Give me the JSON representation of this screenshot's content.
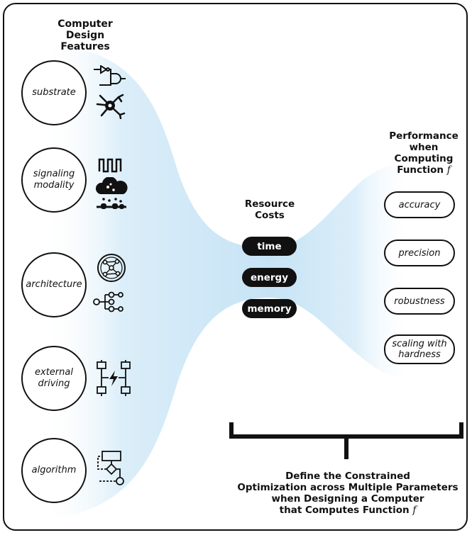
{
  "left_heading": {
    "line1": "Computer",
    "line2": "Design Features"
  },
  "features": [
    {
      "label": "substrate"
    },
    {
      "label": "signaling modality"
    },
    {
      "label": "architecture"
    },
    {
      "label": "external driving"
    },
    {
      "label": "algorithm"
    }
  ],
  "center_heading": {
    "line1": "Resource",
    "line2": "Costs"
  },
  "costs": [
    "time",
    "energy",
    "memory"
  ],
  "right_heading": {
    "line1": "Performance",
    "line2": "when Computing",
    "line3": "Function",
    "symbol": "f"
  },
  "performance": [
    "accuracy",
    "precision",
    "robustness",
    "scaling with hardness"
  ],
  "bottom_caption": {
    "line1": "Define the Constrained",
    "line2": "Optimization across Multiple Parameters",
    "line3": "when Designing a Computer",
    "line4": "that Computes Function",
    "symbol": "f"
  },
  "icons": [
    "logic-gate-icon",
    "neuron-icon",
    "square-wave-icon",
    "cloud-signal-icon",
    "network-ring-icon",
    "tree-graph-icon",
    "driven-circuit-icon",
    "flowchart-icon"
  ],
  "colors": {
    "funnel": "#cfe7f6",
    "ink": "#111111",
    "pill": "#111111"
  }
}
